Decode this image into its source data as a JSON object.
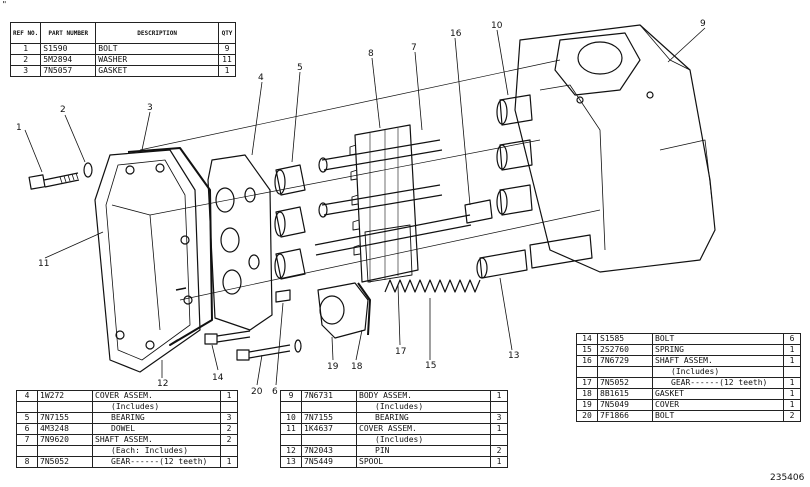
{
  "figure_number": "235406",
  "corner_mark": "\"",
  "top_table": {
    "headers": [
      "REF NO.",
      "PART NUMBER",
      "DESCRIPTION",
      "QTY"
    ],
    "rows": [
      {
        "ref": "1",
        "part": "S1590",
        "desc": "BOLT",
        "qty": "9"
      },
      {
        "ref": "2",
        "part": "5M2894",
        "desc": "WASHER",
        "qty": "11"
      },
      {
        "ref": "3",
        "part": "7N5057",
        "desc": "GASKET",
        "qty": "1"
      }
    ]
  },
  "bottom_left_table": [
    {
      "ref": "4",
      "part": "1W272",
      "desc": "COVER ASSEM.",
      "qty": "1"
    },
    {
      "ref": "",
      "part": "",
      "desc": "(Includes)",
      "qty": ""
    },
    {
      "ref": "5",
      "part": "7N7155",
      "desc": "BEARING",
      "qty": "3"
    },
    {
      "ref": "6",
      "part": "4M3248",
      "desc": "DOWEL",
      "qty": "2"
    },
    {
      "ref": "7",
      "part": "7N9620",
      "desc": "SHAFT ASSEM.",
      "qty": "2"
    },
    {
      "ref": "",
      "part": "",
      "desc": "(Each: Includes)",
      "qty": ""
    },
    {
      "ref": "8",
      "part": "7N5052",
      "desc": "GEAR------(12 teeth)",
      "qty": "1"
    }
  ],
  "bottom_mid_table": [
    {
      "ref": "9",
      "part": "7N6731",
      "desc": "BODY ASSEM.",
      "qty": "1"
    },
    {
      "ref": "",
      "part": "",
      "desc": "(Includes)",
      "qty": ""
    },
    {
      "ref": "10",
      "part": "7N7155",
      "desc": "BEARING",
      "qty": "3"
    },
    {
      "ref": "11",
      "part": "1K4637",
      "desc": "COVER ASSEM.",
      "qty": "1"
    },
    {
      "ref": "",
      "part": "",
      "desc": "(Includes)",
      "qty": ""
    },
    {
      "ref": "12",
      "part": "7N2043",
      "desc": "PIN",
      "qty": "2"
    },
    {
      "ref": "13",
      "part": "7N5449",
      "desc": "SPOOL",
      "qty": "1"
    }
  ],
  "bottom_right_table": [
    {
      "ref": "14",
      "part": "S1585",
      "desc": "BOLT",
      "qty": "6"
    },
    {
      "ref": "15",
      "part": "2S2760",
      "desc": "SPRING",
      "qty": "1"
    },
    {
      "ref": "16",
      "part": "7N6729",
      "desc": "SHAFT ASSEM.",
      "qty": "1"
    },
    {
      "ref": "",
      "part": "",
      "desc": "(Includes)",
      "qty": ""
    },
    {
      "ref": "17",
      "part": "7N5052",
      "desc": "GEAR------(12 teeth)",
      "qty": "1"
    },
    {
      "ref": "18",
      "part": "8B1615",
      "desc": "GASKET",
      "qty": "1"
    },
    {
      "ref": "19",
      "part": "7N5049",
      "desc": "COVER",
      "qty": "1"
    },
    {
      "ref": "20",
      "part": "7F1866",
      "desc": "BOLT",
      "qty": "2"
    }
  ],
  "callouts": [
    "1",
    "2",
    "3",
    "4",
    "5",
    "6",
    "7",
    "8",
    "9",
    "10",
    "11",
    "12",
    "13",
    "14",
    "15",
    "16",
    "17",
    "18",
    "19",
    "20"
  ]
}
